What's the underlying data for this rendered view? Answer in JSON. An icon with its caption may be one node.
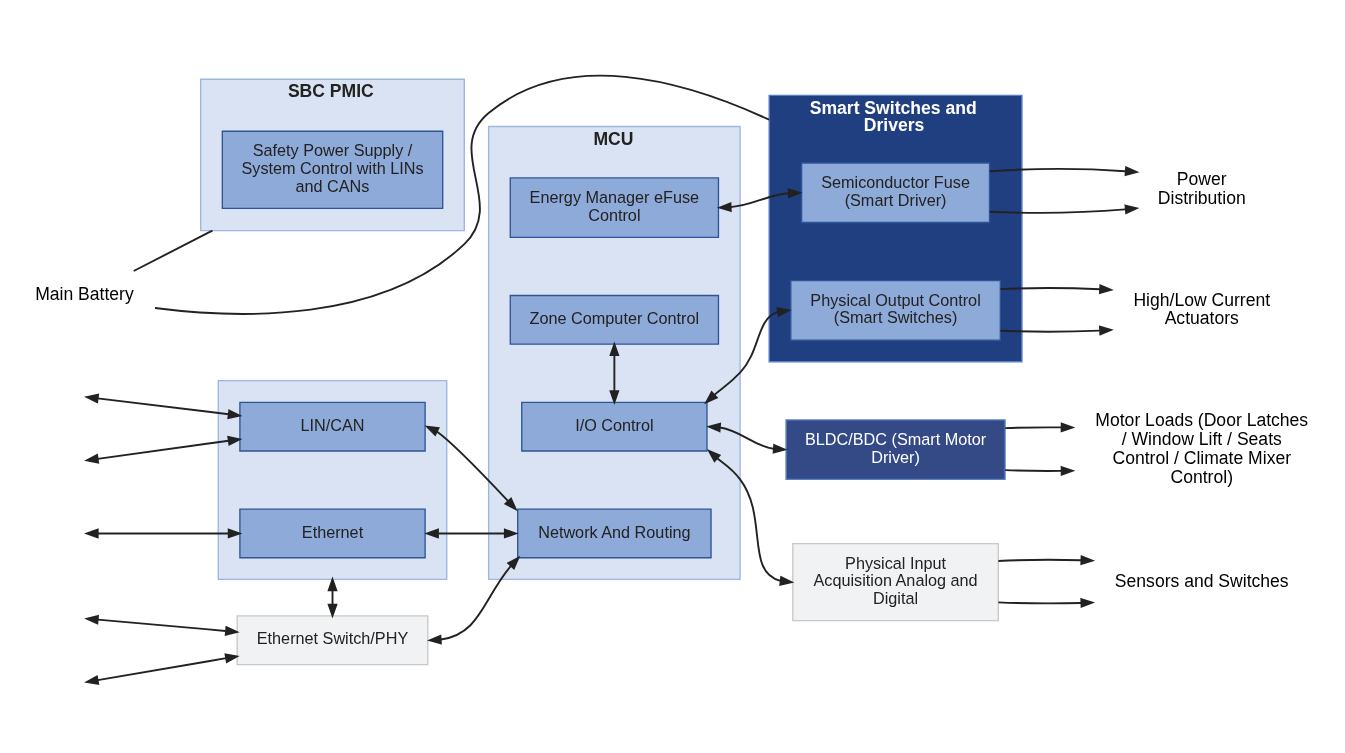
{
  "diagram": {
    "nodes": [
      {
        "text": [
          "Main Battery"
        ]
      },
      {
        "text": [
          "SBC PMIC"
        ]
      },
      {
        "text": [
          "Safety Power Supply / System Control with LINs and CANs"
        ],
        "in": 1
      },
      {
        "text": [],
        "shape": "box"
      },
      {
        "text": [
          "LIN/CAN"
        ],
        "in": 3
      },
      {
        "text": [
          "Ethernet"
        ],
        "in": 3
      },
      {
        "text": [
          "Ethernet Switch/PHY"
        ]
      },
      {
        "text": [
          "MCU"
        ]
      },
      {
        "text": [
          "Energy Manager eFuse Control"
        ],
        "in": 7
      },
      {
        "text": [
          "I/O Control"
        ],
        "in": 7
      },
      {
        "text": [
          "Zone Computer Control"
        ],
        "in": 7
      },
      {
        "text": [
          "Network And Routing"
        ],
        "in": 7
      },
      {
        "text": [
          "Smart Switches and Drivers"
        ]
      },
      {
        "text": [
          "Semiconductor Fuse (Smart Driver)"
        ],
        "in": 12
      },
      {
        "text": [
          "Physical Output Control (Smart Switches)"
        ],
        "in": 12
      },
      {
        "text": [
          "BLDC/BDC (Smart Motor Driver)"
        ]
      },
      {
        "text": [
          "Physical Input Acquisition Analog and Digital"
        ]
      },
      {
        "text": [
          "Power Distribution"
        ]
      },
      {
        "text": [
          "High/Low Current Actuators"
        ]
      },
      {
        "text": [
          "Motor Loads (Door Latches / Window Lift / Seats Control / Climate Mixer Control)"
        ]
      },
      {
        "text": [
          "Sensors and Switches"
        ]
      }
    ],
    "edges": [
      {
        "from": 0,
        "to": 1,
        "arrow": "none"
      },
      {
        "from": 0,
        "to": 12,
        "arrow": "none"
      },
      {
        "from": null,
        "to": 4,
        "arrow": "both"
      },
      {
        "from": null,
        "to": 4,
        "arrow": "both"
      },
      {
        "from": null,
        "to": 5,
        "arrow": "both"
      },
      {
        "from": 3,
        "to": 6,
        "arrow": "both"
      },
      {
        "from": null,
        "to": 6,
        "arrow": "both"
      },
      {
        "from": null,
        "to": 6,
        "arrow": "both"
      },
      {
        "from": 4,
        "to": 11,
        "arrow": "both"
      },
      {
        "from": 5,
        "to": 11,
        "arrow": "both"
      },
      {
        "from": 6,
        "to": 11,
        "arrow": "both"
      },
      {
        "from": 8,
        "to": 13,
        "arrow": "both"
      },
      {
        "from": 9,
        "to": 14,
        "arrow": "both"
      },
      {
        "from": 9,
        "to": 10,
        "arrow": "both"
      },
      {
        "from": 9,
        "to": 15,
        "arrow": "both"
      },
      {
        "from": 9,
        "to": 16,
        "arrow": "both"
      },
      {
        "from": 13,
        "to": 17,
        "arrow": "to"
      },
      {
        "from": 13,
        "to": 17,
        "arrow": "to"
      },
      {
        "from": 14,
        "to": 18,
        "arrow": "to"
      },
      {
        "from": 14,
        "to": 18,
        "arrow": "to"
      },
      {
        "from": 15,
        "to": 19,
        "arrow": "to"
      },
      {
        "from": 15,
        "to": 19,
        "arrow": "to"
      },
      {
        "from": 16,
        "to": 20,
        "arrow": "to"
      },
      {
        "from": 16,
        "to": 20,
        "arrow": "to"
      }
    ]
  }
}
